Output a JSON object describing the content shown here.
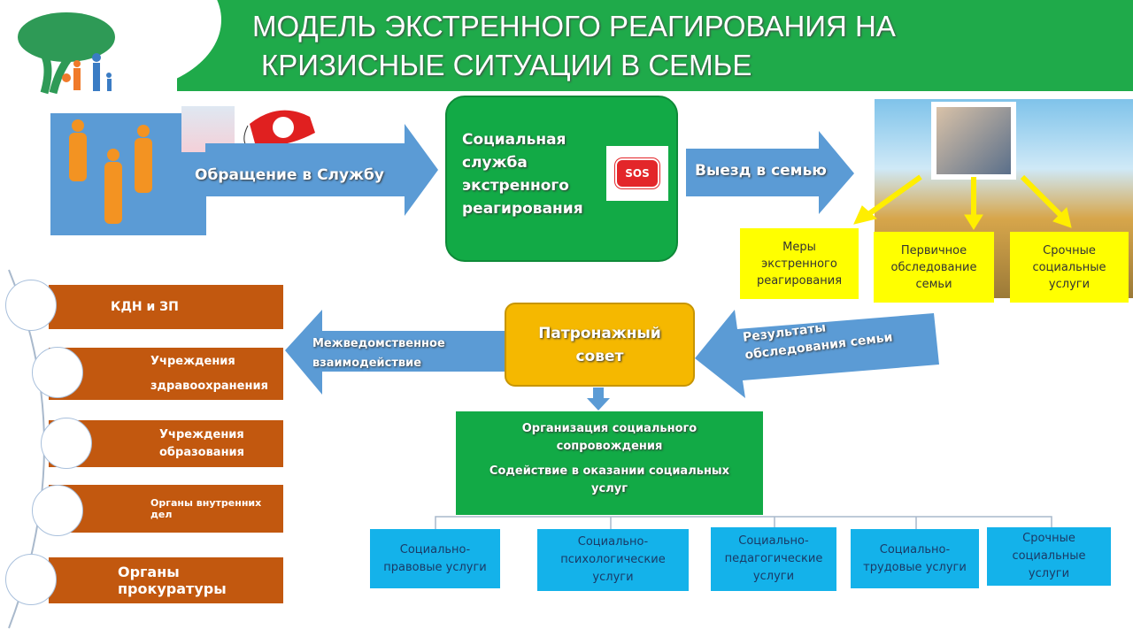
{
  "title": {
    "line1": "МОДЕЛЬ ЭКСТРЕННОГО РЕАГИРОВАНИЯ НА",
    "line2": "КРИЗИСНЫЕ СИТУАЦИИ В СЕМЬЕ"
  },
  "appeal_arrow": "Обращение в Службу",
  "service_box": {
    "line1": "Социальная",
    "line2": "служба",
    "line3": "экстренного",
    "line4": "реагирования",
    "sos": "SOS"
  },
  "visit_arrow": "Выезд в семью",
  "visit_results": [
    {
      "l1": "Меры",
      "l2": "экстренного",
      "l3": "реагирования"
    },
    {
      "l1": "Первичное",
      "l2": "обследование",
      "l3": "семьи"
    },
    {
      "l1": "Срочные",
      "l2": "социальные",
      "l3": "услуги"
    }
  ],
  "council": {
    "l1": "Патронажный",
    "l2": "совет"
  },
  "interagency_arrow": {
    "l1": "Межведомственное",
    "l2": "взаимодействие"
  },
  "results_arrow": {
    "l1": "Результаты",
    "l2": "обследования  семьи"
  },
  "agencies": [
    {
      "l1": "КДН и ЗП",
      "l2": ""
    },
    {
      "l1": "Учреждения",
      "l2": "здравоохранения"
    },
    {
      "l1": "Учреждения",
      "l2": "образования"
    },
    {
      "l1": "Органы внутренних дел",
      "l2": ""
    },
    {
      "l1": "Органы прокуратуры",
      "l2": ""
    }
  ],
  "support_box": {
    "l1": "Организация  социального",
    "l2": "сопровождения",
    "l3": "Содействие в оказании социальных",
    "l4": "услуг"
  },
  "services": [
    {
      "l1": "Социально-",
      "l2": "правовые услуги",
      "l3": ""
    },
    {
      "l1": "Социально-",
      "l2": "психологические",
      "l3": "услуги"
    },
    {
      "l1": "Социально-",
      "l2": "педагогические",
      "l3": "услуги"
    },
    {
      "l1": "Социально-",
      "l2": "трудовые услуги",
      "l3": ""
    },
    {
      "l1": "Срочные",
      "l2": "социальные",
      "l3": "услуги"
    }
  ],
  "colors": {
    "green": "#12aa46",
    "blue": "#5b9bd5",
    "orange": "#c2580f",
    "yellow": "#ffff00",
    "council": "#f5b800",
    "service_blue": "#14b2ea"
  }
}
